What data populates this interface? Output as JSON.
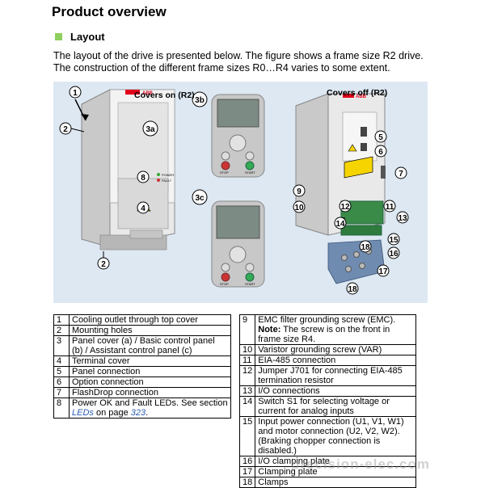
{
  "heading": "Product overview",
  "section": "Layout",
  "intro": "The layout of the drive is presented below. The figure shows a frame size R2 drive. The construction of the different frame sizes R0…R4 varies to some extent.",
  "figure": {
    "caption_left": "Covers on (R2)",
    "caption_right": "Covers off (R2)",
    "brand": "ABB",
    "led_power": "POWER",
    "led_fault": "FAULT",
    "panel_stop": "STOP",
    "panel_start": "START",
    "callouts": [
      "1",
      "2",
      "3a",
      "8",
      "4",
      "2",
      "3b",
      "3c",
      "9",
      "10",
      "5",
      "6",
      "7",
      "12",
      "11",
      "14",
      "13",
      "15",
      "18",
      "16",
      "17",
      "18"
    ]
  },
  "table_left": [
    {
      "n": "1",
      "t": "Cooling outlet through top cover"
    },
    {
      "n": "2",
      "t": "Mounting holes"
    },
    {
      "n": "3",
      "t": "Panel cover (a) / Basic control panel (b) / Assistant control panel (c)"
    },
    {
      "n": "4",
      "t": "Terminal cover"
    },
    {
      "n": "5",
      "t": "Panel connection"
    },
    {
      "n": "6",
      "t": "Option connection"
    },
    {
      "n": "7",
      "t": "FlashDrop connection"
    },
    {
      "n": "8",
      "t": "Power OK and Fault LEDs. See section",
      "link": "LEDs",
      "tail": "on page",
      "page": "323",
      "end": "."
    }
  ],
  "table_right": [
    {
      "n": "9",
      "t": "EMC filter grounding screw (EMC).",
      "note": "Note:",
      "note_t": "The screw is on the front in frame size R4."
    },
    {
      "n": "10",
      "t": "Varistor grounding screw (VAR)"
    },
    {
      "n": "11",
      "t": "EIA-485 connection"
    },
    {
      "n": "12",
      "t": "Jumper J701 for connecting EIA-485 termination resistor"
    },
    {
      "n": "13",
      "t": "I/O connections"
    },
    {
      "n": "14",
      "t": "Switch S1 for selecting voltage or current for analog inputs"
    },
    {
      "n": "15",
      "t": "Input power connection (U1, V1, W1) and motor connection (U2, V2, W2). (Braking chopper connection is disabled.)"
    },
    {
      "n": "16",
      "t": "I/O clamping plate"
    },
    {
      "n": "17",
      "t": "Clamping plate"
    },
    {
      "n": "18",
      "t": "Clamps"
    }
  ],
  "watermark": "precision-elec.com"
}
